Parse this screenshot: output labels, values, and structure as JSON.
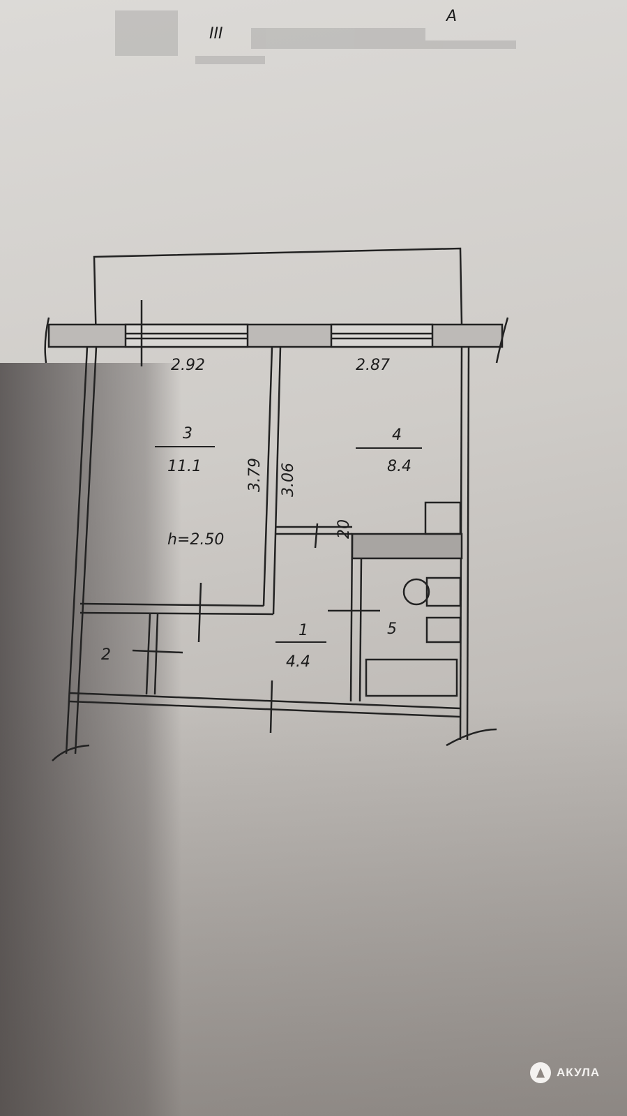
{
  "header": {
    "floor_mark": "III",
    "section_mark": "А"
  },
  "plan": {
    "dims": {
      "room3_width": "2.92",
      "room4_width": "2.87",
      "room3_depth": "3.79",
      "room4_depth": "3.06",
      "wall_offset": "20",
      "ceiling_height": "h=2.50"
    },
    "rooms": [
      {
        "number": "3",
        "area": "11.1"
      },
      {
        "number": "4",
        "area": "8.4"
      },
      {
        "number": "1",
        "area": "4.4"
      },
      {
        "number": "2"
      },
      {
        "number": "5"
      }
    ]
  },
  "watermark": {
    "brand": "АКУЛА"
  }
}
